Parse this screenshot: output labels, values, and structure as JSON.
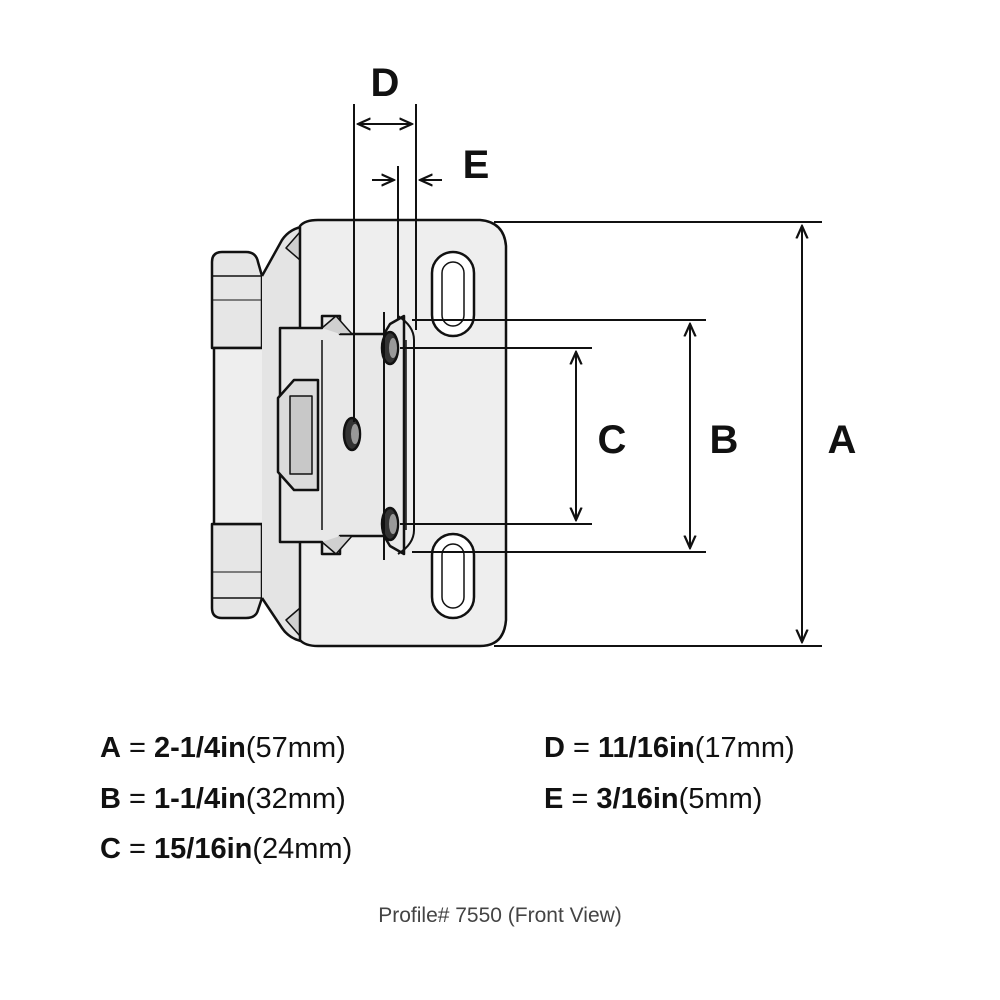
{
  "dimensions": {
    "A": {
      "label": "A",
      "imperial": "2-1/4in",
      "metric": "(57mm)"
    },
    "B": {
      "label": "B",
      "imperial": "1-1/4in",
      "metric": "(32mm)"
    },
    "C": {
      "label": "C",
      "imperial": "15/16in",
      "metric": "(24mm)"
    },
    "D": {
      "label": "D",
      "imperial": "11/16in",
      "metric": "(17mm)"
    },
    "E": {
      "label": "E",
      "imperial": "3/16in",
      "metric": "(5mm)"
    }
  },
  "equals": "=",
  "caption": "Profile# 7550 (Front View)",
  "colors": {
    "outline": "#111111",
    "hinge_fill": "#eeeeee",
    "hinge_shade": "#d4d4d4",
    "caption": "#444444"
  }
}
